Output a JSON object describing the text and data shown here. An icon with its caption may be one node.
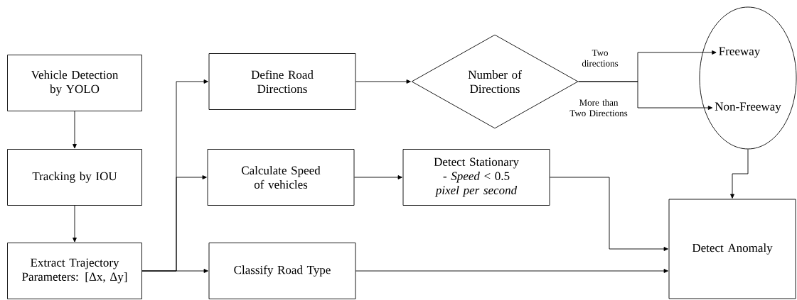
{
  "diagram": {
    "nodes": [
      {
        "text": [
          "Vehicle Detection by YOLO"
        ]
      },
      {
        "text": [
          "Tracking by IOU"
        ]
      },
      {
        "text": [
          "Extract Trajectory Parameters: [Δx, Δy]"
        ]
      },
      {
        "text": [
          "Define Road Directions"
        ]
      },
      {
        "text": [
          "Calculate Speed of vehicles"
        ]
      },
      {
        "text": [
          "Number of Directions"
        ]
      },
      {
        "text": [
          "Detect Stationary - *Speed* < 0.5 *pixel per second*"
        ]
      },
      {
        "text": [],
        "shape": "ellipse"
      },
      {
        "text": [
          "Freeway"
        ],
        "in": 7
      },
      {
        "text": [
          "Non-Freeway"
        ],
        "in": 7
      },
      {
        "text": [
          "Classify Road Type"
        ]
      },
      {
        "text": [
          "Detect Anomaly"
        ]
      }
    ],
    "edges": [
      {
        "from": 0,
        "to": 1,
        "arrow": "to"
      },
      {
        "from": 1,
        "to": 2,
        "arrow": "to"
      },
      {
        "from": 2,
        "to": 3,
        "arrow": "to"
      },
      {
        "from": 2,
        "to": 4,
        "arrow": "to"
      },
      {
        "from": 2,
        "to": 10,
        "arrow": "to"
      },
      {
        "from": 3,
        "to": 5,
        "arrow": "to"
      },
      {
        "from": 5,
        "to": 8,
        "arrow": "to",
        "label": "Two directions"
      },
      {
        "from": 5,
        "to": 9,
        "arrow": "to",
        "label": "More than Two Directions"
      },
      {
        "from": 4,
        "to": 6,
        "arrow": "to"
      },
      {
        "from": 7,
        "to": 11,
        "arrow": "to"
      },
      {
        "from": 6,
        "to": 11,
        "arrow": "to"
      },
      {
        "from": 10,
        "to": 11,
        "arrow": "to"
      }
    ]
  }
}
